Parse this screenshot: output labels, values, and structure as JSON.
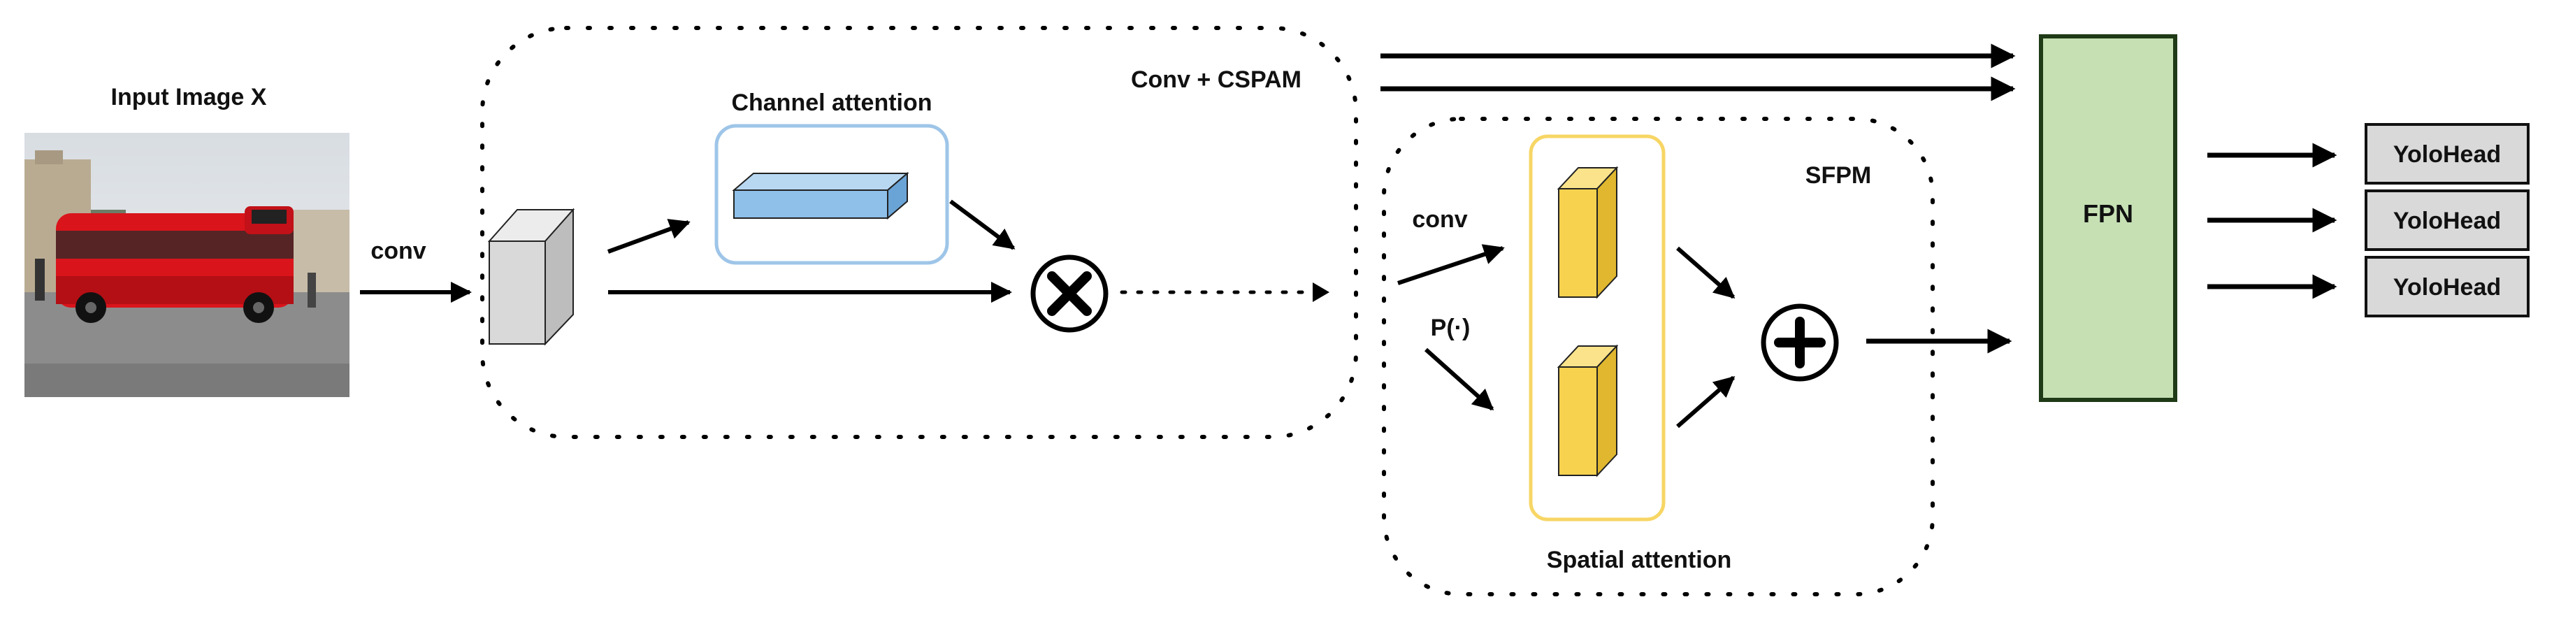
{
  "labels": {
    "input_image": "Input Image X",
    "conv_first": "conv",
    "channel_attention": "Channel attention",
    "conv_cspam": "Conv + CSPAM",
    "sfpm": "SFPM",
    "conv_second": "conv",
    "pooling": "P(·)",
    "spatial_attention": "Spatial attention",
    "fpn": "FPN",
    "yolo_heads": [
      "YoloHead",
      "YoloHead",
      "YoloHead"
    ]
  },
  "operators": {
    "multiply": "×",
    "add": "+"
  },
  "colors": {
    "channel_box_border": "#9ec5e8",
    "channel_block": "#8fc0ea",
    "spatial_box_border": "#f7d665",
    "spatial_block": "#f7d24f",
    "fpn_fill": "#c6e0b4",
    "fpn_border": "#1f3a17",
    "yolo_fill": "#d9d9d9",
    "feature_cube": "#d9d9d9"
  }
}
